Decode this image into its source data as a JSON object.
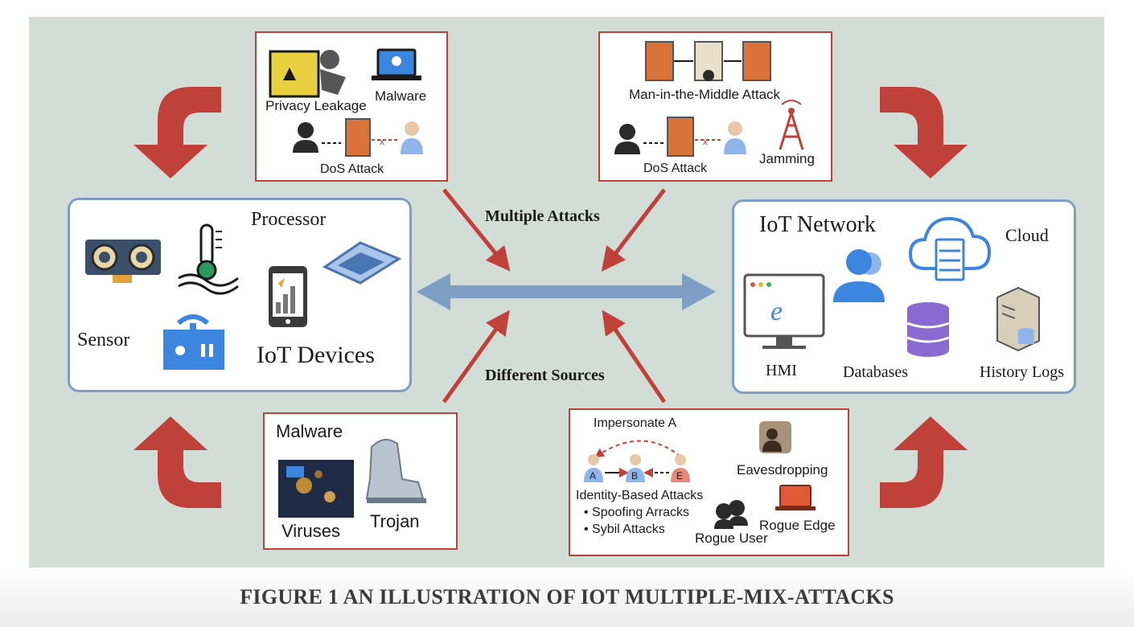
{
  "caption": "FIGURE 1 AN ILLUSTRATION OF IOT MULTIPLE-MIX-ATTACKS",
  "center": {
    "top_label": "Multiple Attacks",
    "bottom_label": "Different Sources"
  },
  "devices_box": {
    "processor": "Processor",
    "sensor": "Sensor",
    "iot_devices": "IoT Devices"
  },
  "network_box": {
    "title": "IoT Network",
    "cloud": "Cloud",
    "hmi": "HMI",
    "databases": "Databases",
    "history_logs": "History Logs"
  },
  "attack_box_top_left": {
    "privacy": "Privacy Leakage",
    "malware": "Malware",
    "dos": "DoS Attack"
  },
  "attack_box_top_right": {
    "mitm": "Man-in-the-Middle Attack",
    "dos": "DoS Attack",
    "jamming": "Jamming"
  },
  "attack_box_bottom_left": {
    "malware": "Malware",
    "viruses": "Viruses",
    "trojan": "Trojan"
  },
  "attack_box_bottom_right": {
    "impersonate": "Impersonate A",
    "node_a": "A",
    "node_b": "B",
    "node_e": "E",
    "identity": "Identity-Based Attacks",
    "spoofing": "• Spoofing Arracks",
    "sybil": "• Sybil Attacks",
    "eavesdropping": "Eavesdropping",
    "rogue_user": "Rogue User",
    "rogue_edge": "Rogue Edge"
  },
  "colors": {
    "panel": "#d3ddd7",
    "red_arrow": "#c0403a",
    "blue_arrow": "#7f9ec6",
    "icon_blue": "#3d86e0"
  }
}
